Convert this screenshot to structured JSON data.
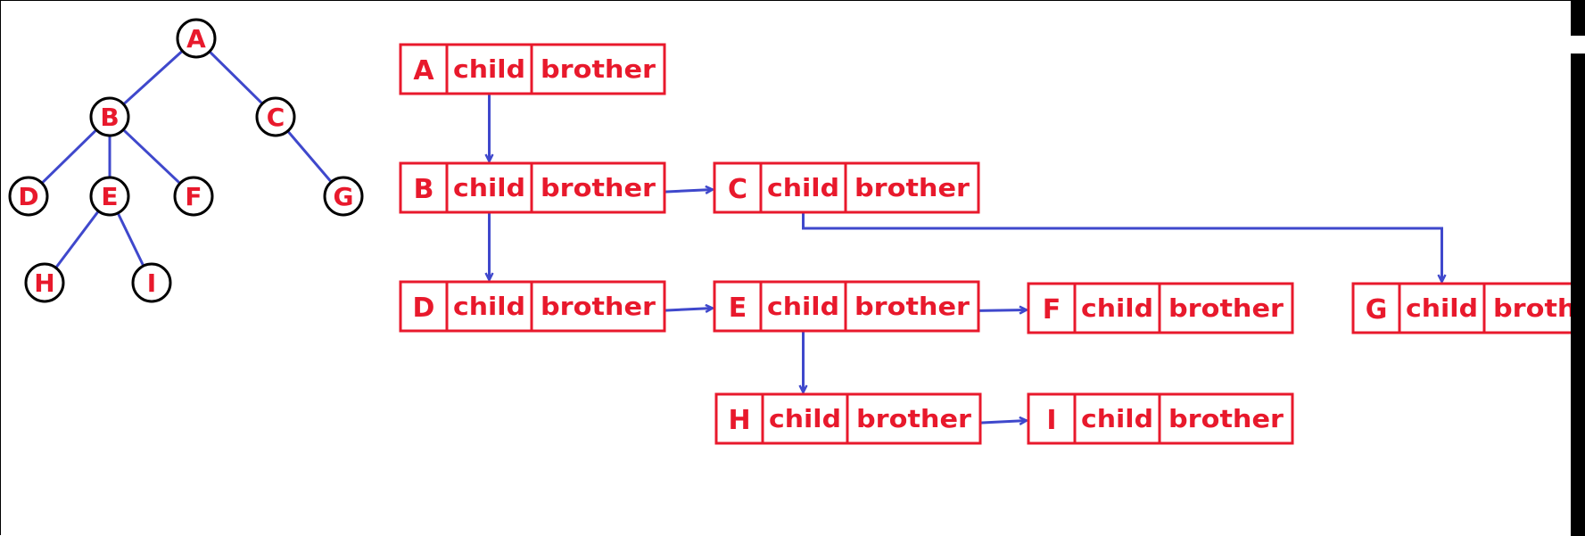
{
  "colors": {
    "node_text": "#e8192c",
    "box_border": "#e8192c",
    "edge": "#3f48cc",
    "circle_border": "#000000"
  },
  "tree": {
    "nodes": [
      "A",
      "B",
      "C",
      "D",
      "E",
      "F",
      "G",
      "H",
      "I"
    ],
    "edges": [
      [
        "A",
        "B"
      ],
      [
        "A",
        "C"
      ],
      [
        "B",
        "D"
      ],
      [
        "B",
        "E"
      ],
      [
        "B",
        "F"
      ],
      [
        "C",
        "G"
      ],
      [
        "E",
        "H"
      ],
      [
        "E",
        "I"
      ]
    ]
  },
  "record": {
    "child_label": "child",
    "brother_label": "brother"
  },
  "records": [
    {
      "id": "A",
      "label": "A"
    },
    {
      "id": "B",
      "label": "B"
    },
    {
      "id": "C",
      "label": "C"
    },
    {
      "id": "D",
      "label": "D"
    },
    {
      "id": "E",
      "label": "E"
    },
    {
      "id": "F",
      "label": "F"
    },
    {
      "id": "G",
      "label": "G"
    },
    {
      "id": "H",
      "label": "H"
    },
    {
      "id": "I",
      "label": "I"
    }
  ],
  "links": [
    {
      "from": "A",
      "field": "child",
      "to": "B"
    },
    {
      "from": "B",
      "field": "child",
      "to": "D"
    },
    {
      "from": "B",
      "field": "brother",
      "to": "C"
    },
    {
      "from": "C",
      "field": "child",
      "to": "G"
    },
    {
      "from": "D",
      "field": "brother",
      "to": "E"
    },
    {
      "from": "E",
      "field": "child",
      "to": "H"
    },
    {
      "from": "E",
      "field": "brother",
      "to": "F"
    },
    {
      "from": "H",
      "field": "brother",
      "to": "I"
    }
  ]
}
